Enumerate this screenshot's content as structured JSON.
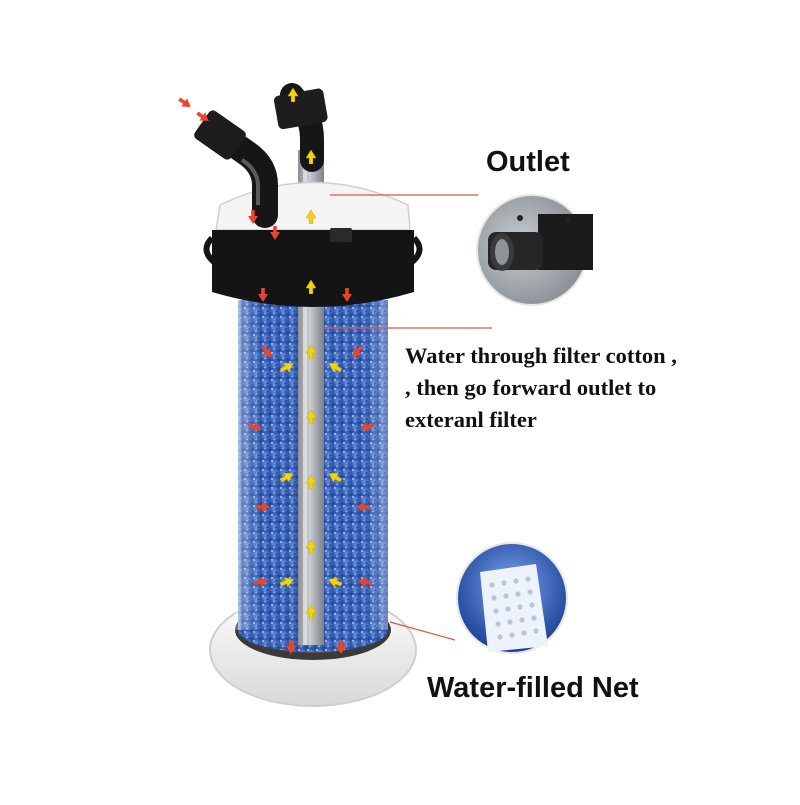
{
  "labels": {
    "outlet": "Outlet",
    "description_lines": [
      "Water through filter cotton ,",
      ", then go forward outlet to",
      "exteranl filter"
    ],
    "net": "Water-filled Net"
  },
  "icons": {
    "inflow_arrow": "red-arrow-icon",
    "outflow_arrow": "yellow-arrow-icon"
  },
  "colors": {
    "leader_line": "#d45a4a",
    "inflow_arrow": "#e8452c",
    "outflow_arrow": "#f5d20a",
    "sponge_blue": "#2f5fb8",
    "cap_black": "#141414",
    "base_white": "#f2f2f2"
  }
}
